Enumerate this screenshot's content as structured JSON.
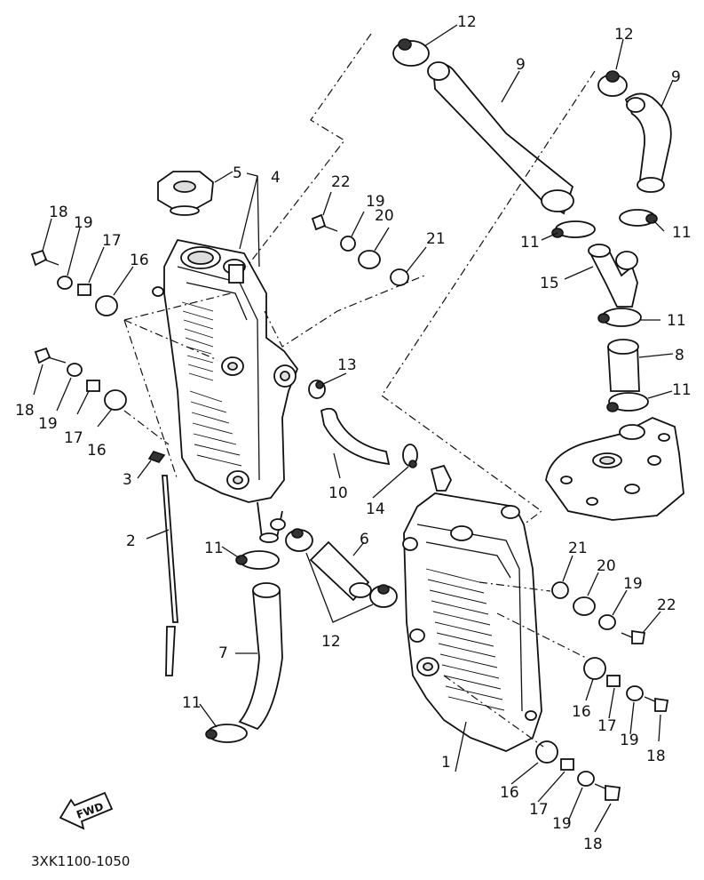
{
  "diagram": {
    "code": "3XK1100-1050",
    "fwd_label": "FWD",
    "callouts": [
      {
        "id": "c1",
        "label": "1"
      },
      {
        "id": "c2",
        "label": "2"
      },
      {
        "id": "c3",
        "label": "3"
      },
      {
        "id": "c4",
        "label": "4"
      },
      {
        "id": "c5",
        "label": "5"
      },
      {
        "id": "c6",
        "label": "6"
      },
      {
        "id": "c7",
        "label": "7"
      },
      {
        "id": "c8",
        "label": "8"
      },
      {
        "id": "c9a",
        "label": "9"
      },
      {
        "id": "c9b",
        "label": "9"
      },
      {
        "id": "c10",
        "label": "10"
      },
      {
        "id": "c11a",
        "label": "11"
      },
      {
        "id": "c11b",
        "label": "11"
      },
      {
        "id": "c11c",
        "label": "11"
      },
      {
        "id": "c11d",
        "label": "11"
      },
      {
        "id": "c11e",
        "label": "11"
      },
      {
        "id": "c11f",
        "label": "11"
      },
      {
        "id": "c12a",
        "label": "12"
      },
      {
        "id": "c12b",
        "label": "12"
      },
      {
        "id": "c12c",
        "label": "12"
      },
      {
        "id": "c13",
        "label": "13"
      },
      {
        "id": "c14",
        "label": "14"
      },
      {
        "id": "c15",
        "label": "15"
      },
      {
        "id": "c16a",
        "label": "16"
      },
      {
        "id": "c16b",
        "label": "16"
      },
      {
        "id": "c16c",
        "label": "16"
      },
      {
        "id": "c16d",
        "label": "16"
      },
      {
        "id": "c17a",
        "label": "17"
      },
      {
        "id": "c17b",
        "label": "17"
      },
      {
        "id": "c17c",
        "label": "17"
      },
      {
        "id": "c17d",
        "label": "17"
      },
      {
        "id": "c18a",
        "label": "18"
      },
      {
        "id": "c18b",
        "label": "18"
      },
      {
        "id": "c18c",
        "label": "18"
      },
      {
        "id": "c18d",
        "label": "18"
      },
      {
        "id": "c19a",
        "label": "19"
      },
      {
        "id": "c19b",
        "label": "19"
      },
      {
        "id": "c19c",
        "label": "19"
      },
      {
        "id": "c19d",
        "label": "19"
      },
      {
        "id": "c19e",
        "label": "19"
      },
      {
        "id": "c19f",
        "label": "19"
      },
      {
        "id": "c20a",
        "label": "20"
      },
      {
        "id": "c20b",
        "label": "20"
      },
      {
        "id": "c21a",
        "label": "21"
      },
      {
        "id": "c21b",
        "label": "21"
      },
      {
        "id": "c22a",
        "label": "22"
      },
      {
        "id": "c22b",
        "label": "22"
      }
    ]
  }
}
